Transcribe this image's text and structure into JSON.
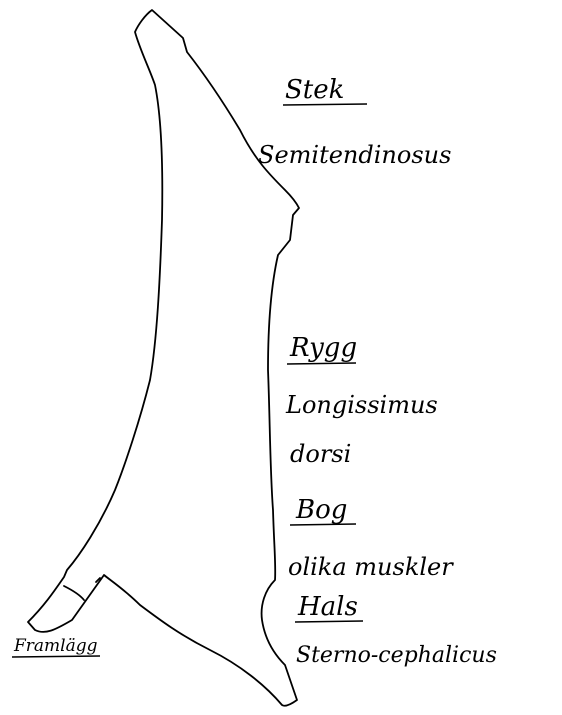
{
  "diagram": {
    "labels": [
      {
        "id": "stek",
        "text": "Stek",
        "underlined": true
      },
      {
        "id": "stek-m",
        "text": "Semitendinosus",
        "underlined": false
      },
      {
        "id": "rygg",
        "text": "Rygg",
        "underlined": true
      },
      {
        "id": "rygg-m1",
        "text": "Longissimus",
        "underlined": false
      },
      {
        "id": "rygg-m2",
        "text": "dorsi",
        "underlined": false
      },
      {
        "id": "bog",
        "text": "Bog",
        "underlined": true
      },
      {
        "id": "bog-m",
        "text": "olika muskler",
        "underlined": false
      },
      {
        "id": "hals",
        "text": "Hals",
        "underlined": true
      },
      {
        "id": "hals-m",
        "text": "Sterno-cephalicus",
        "underlined": false
      },
      {
        "id": "framlagg",
        "text": "Framlägg",
        "underlined": true
      }
    ]
  }
}
